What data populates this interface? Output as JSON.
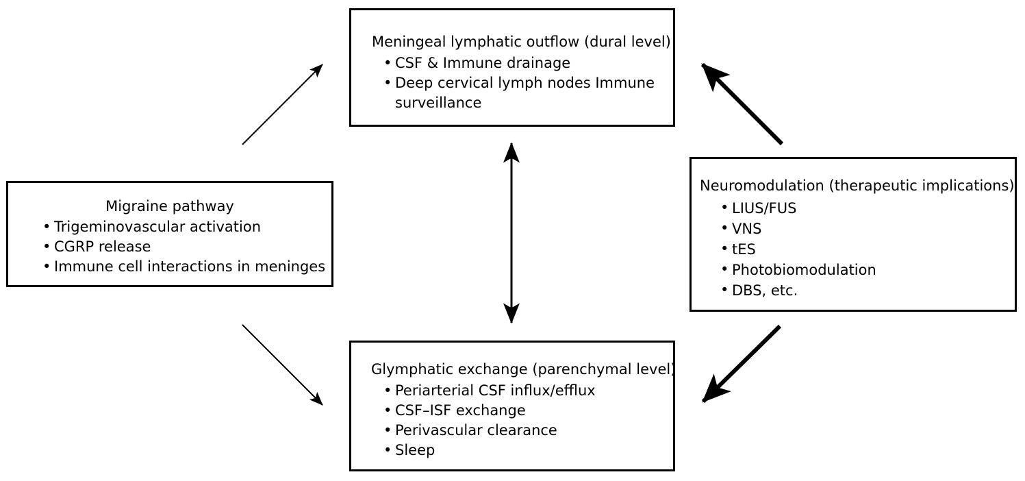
{
  "diagram": {
    "boxes": {
      "meningeal": {
        "title": "Meningeal lymphatic outflow (dural level)",
        "bullets": [
          "CSF & Immune drainage",
          "Deep cervical lymph nodes Immune surveillance"
        ]
      },
      "migraine": {
        "title": "Migraine pathway",
        "bullets": [
          "Trigeminovascular activation",
          "CGRP release",
          "Immune cell interactions in meninges"
        ]
      },
      "neuromodulation": {
        "title": "Neuromodulation (therapeutic implications)",
        "bullets": [
          "LIUS/FUS",
          "VNS",
          "tES",
          "Photobiomodulation",
          "DBS, etc."
        ]
      },
      "glymphatic": {
        "title": "Glymphatic exchange (parenchymal level)",
        "bullets": [
          "Periarterial CSF influx/efflux",
          "CSF–ISF exchange",
          "Perivascular clearance",
          "Sleep"
        ]
      }
    },
    "bullet_glyph": "•",
    "connectors": [
      {
        "name": "migraine-to-meningeal-arrow",
        "from": "migraine",
        "to": "meningeal",
        "style": "thin",
        "heads": "single"
      },
      {
        "name": "migraine-to-glymphatic-arrow",
        "from": "migraine",
        "to": "glymphatic",
        "style": "thin",
        "heads": "single"
      },
      {
        "name": "meningeal-glymphatic-bidirectional-arrow",
        "from": "meningeal",
        "to": "glymphatic",
        "style": "thin",
        "heads": "double"
      },
      {
        "name": "neuromodulation-to-meningeal-arrow",
        "from": "neuromodulation",
        "to": "meningeal",
        "style": "thick",
        "heads": "single"
      },
      {
        "name": "neuromodulation-to-glymphatic-arrow",
        "from": "neuromodulation",
        "to": "glymphatic",
        "style": "thick",
        "heads": "single"
      }
    ],
    "colors": {
      "stroke": "#000000",
      "background": "#ffffff",
      "text": "#000000"
    }
  }
}
